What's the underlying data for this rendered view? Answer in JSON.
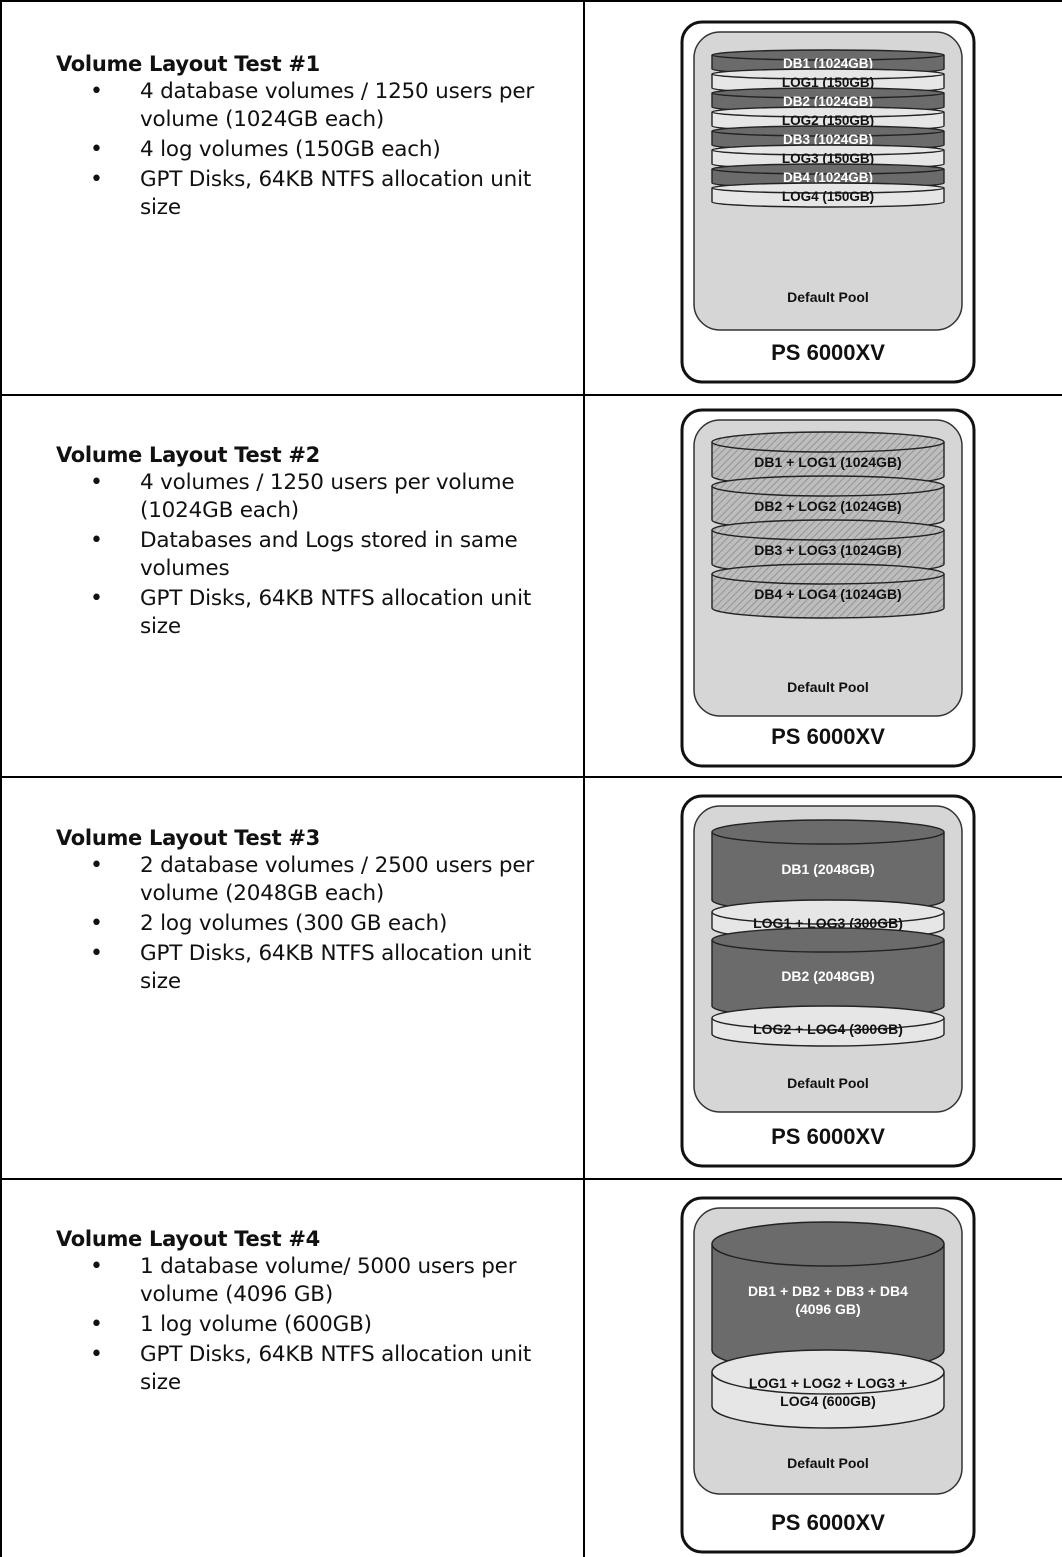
{
  "tests": [
    {
      "title": "Volume Layout Test #1",
      "bullets": [
        "4 database volumes / 1250 users per volume (1024GB each)",
        "4 log volumes (150GB each)",
        "GPT Disks, 64KB NTFS allocation unit size"
      ],
      "segments": [
        {
          "label": "DB1 (1024GB)",
          "kind": "db"
        },
        {
          "label": "LOG1 (150GB)",
          "kind": "log"
        },
        {
          "label": "DB2 (1024GB)",
          "kind": "db"
        },
        {
          "label": "LOG2 (150GB)",
          "kind": "log"
        },
        {
          "label": "DB3 (1024GB)",
          "kind": "db"
        },
        {
          "label": "LOG3 (150GB)",
          "kind": "log"
        },
        {
          "label": "DB4 (1024GB)",
          "kind": "db"
        },
        {
          "label": "LOG4 (150GB)",
          "kind": "log"
        }
      ],
      "pool_label": "Default Pool",
      "array_label": "PS 6000XV"
    },
    {
      "title": "Volume Layout Test #2",
      "bullets": [
        "4 volumes / 1250 users per volume (1024GB each)",
        "Databases and Logs stored in same volumes",
        "GPT Disks, 64KB NTFS allocation unit size"
      ],
      "segments": [
        {
          "label": "DB1 + LOG1 (1024GB)",
          "kind": "mixed"
        },
        {
          "label": "DB2 + LOG2 (1024GB)",
          "kind": "mixed"
        },
        {
          "label": "DB3 + LOG3 (1024GB)",
          "kind": "mixed"
        },
        {
          "label": "DB4 + LOG4 (1024GB)",
          "kind": "mixed"
        }
      ],
      "pool_label": "Default Pool",
      "array_label": "PS 6000XV"
    },
    {
      "title": "Volume Layout Test #3",
      "bullets": [
        "2 database volumes / 2500 users per volume (2048GB each)",
        "2 log volumes (300 GB each)",
        "GPT Disks, 64KB NTFS allocation unit size"
      ],
      "segments": [
        {
          "label": "DB1 (2048GB)",
          "kind": "db"
        },
        {
          "label": "LOG1 + LOG3 (300GB)",
          "kind": "log"
        },
        {
          "label": "DB2 (2048GB)",
          "kind": "db"
        },
        {
          "label": "LOG2 + LOG4 (300GB)",
          "kind": "log"
        }
      ],
      "pool_label": "Default Pool",
      "array_label": "PS 6000XV"
    },
    {
      "title": "Volume Layout Test #4",
      "bullets": [
        "1 database volume/ 5000 users per volume (4096 GB)",
        "1 log volume (600GB)",
        "GPT Disks, 64KB NTFS allocation unit size"
      ],
      "segments": [
        {
          "label": "DB1 + DB2 + DB3 + DB4\n(4096 GB)",
          "kind": "db"
        },
        {
          "label": "LOG1 + LOG2 + LOG3 +\nLOG4 (600GB)",
          "kind": "log"
        }
      ],
      "pool_label": "Default Pool",
      "array_label": "PS 6000XV"
    }
  ],
  "colors": {
    "db": "#6b6b6b",
    "log": "#e6e6e6",
    "mixed": "#bdbdbd",
    "pool": "#d6d6d6",
    "border": "#111111"
  }
}
